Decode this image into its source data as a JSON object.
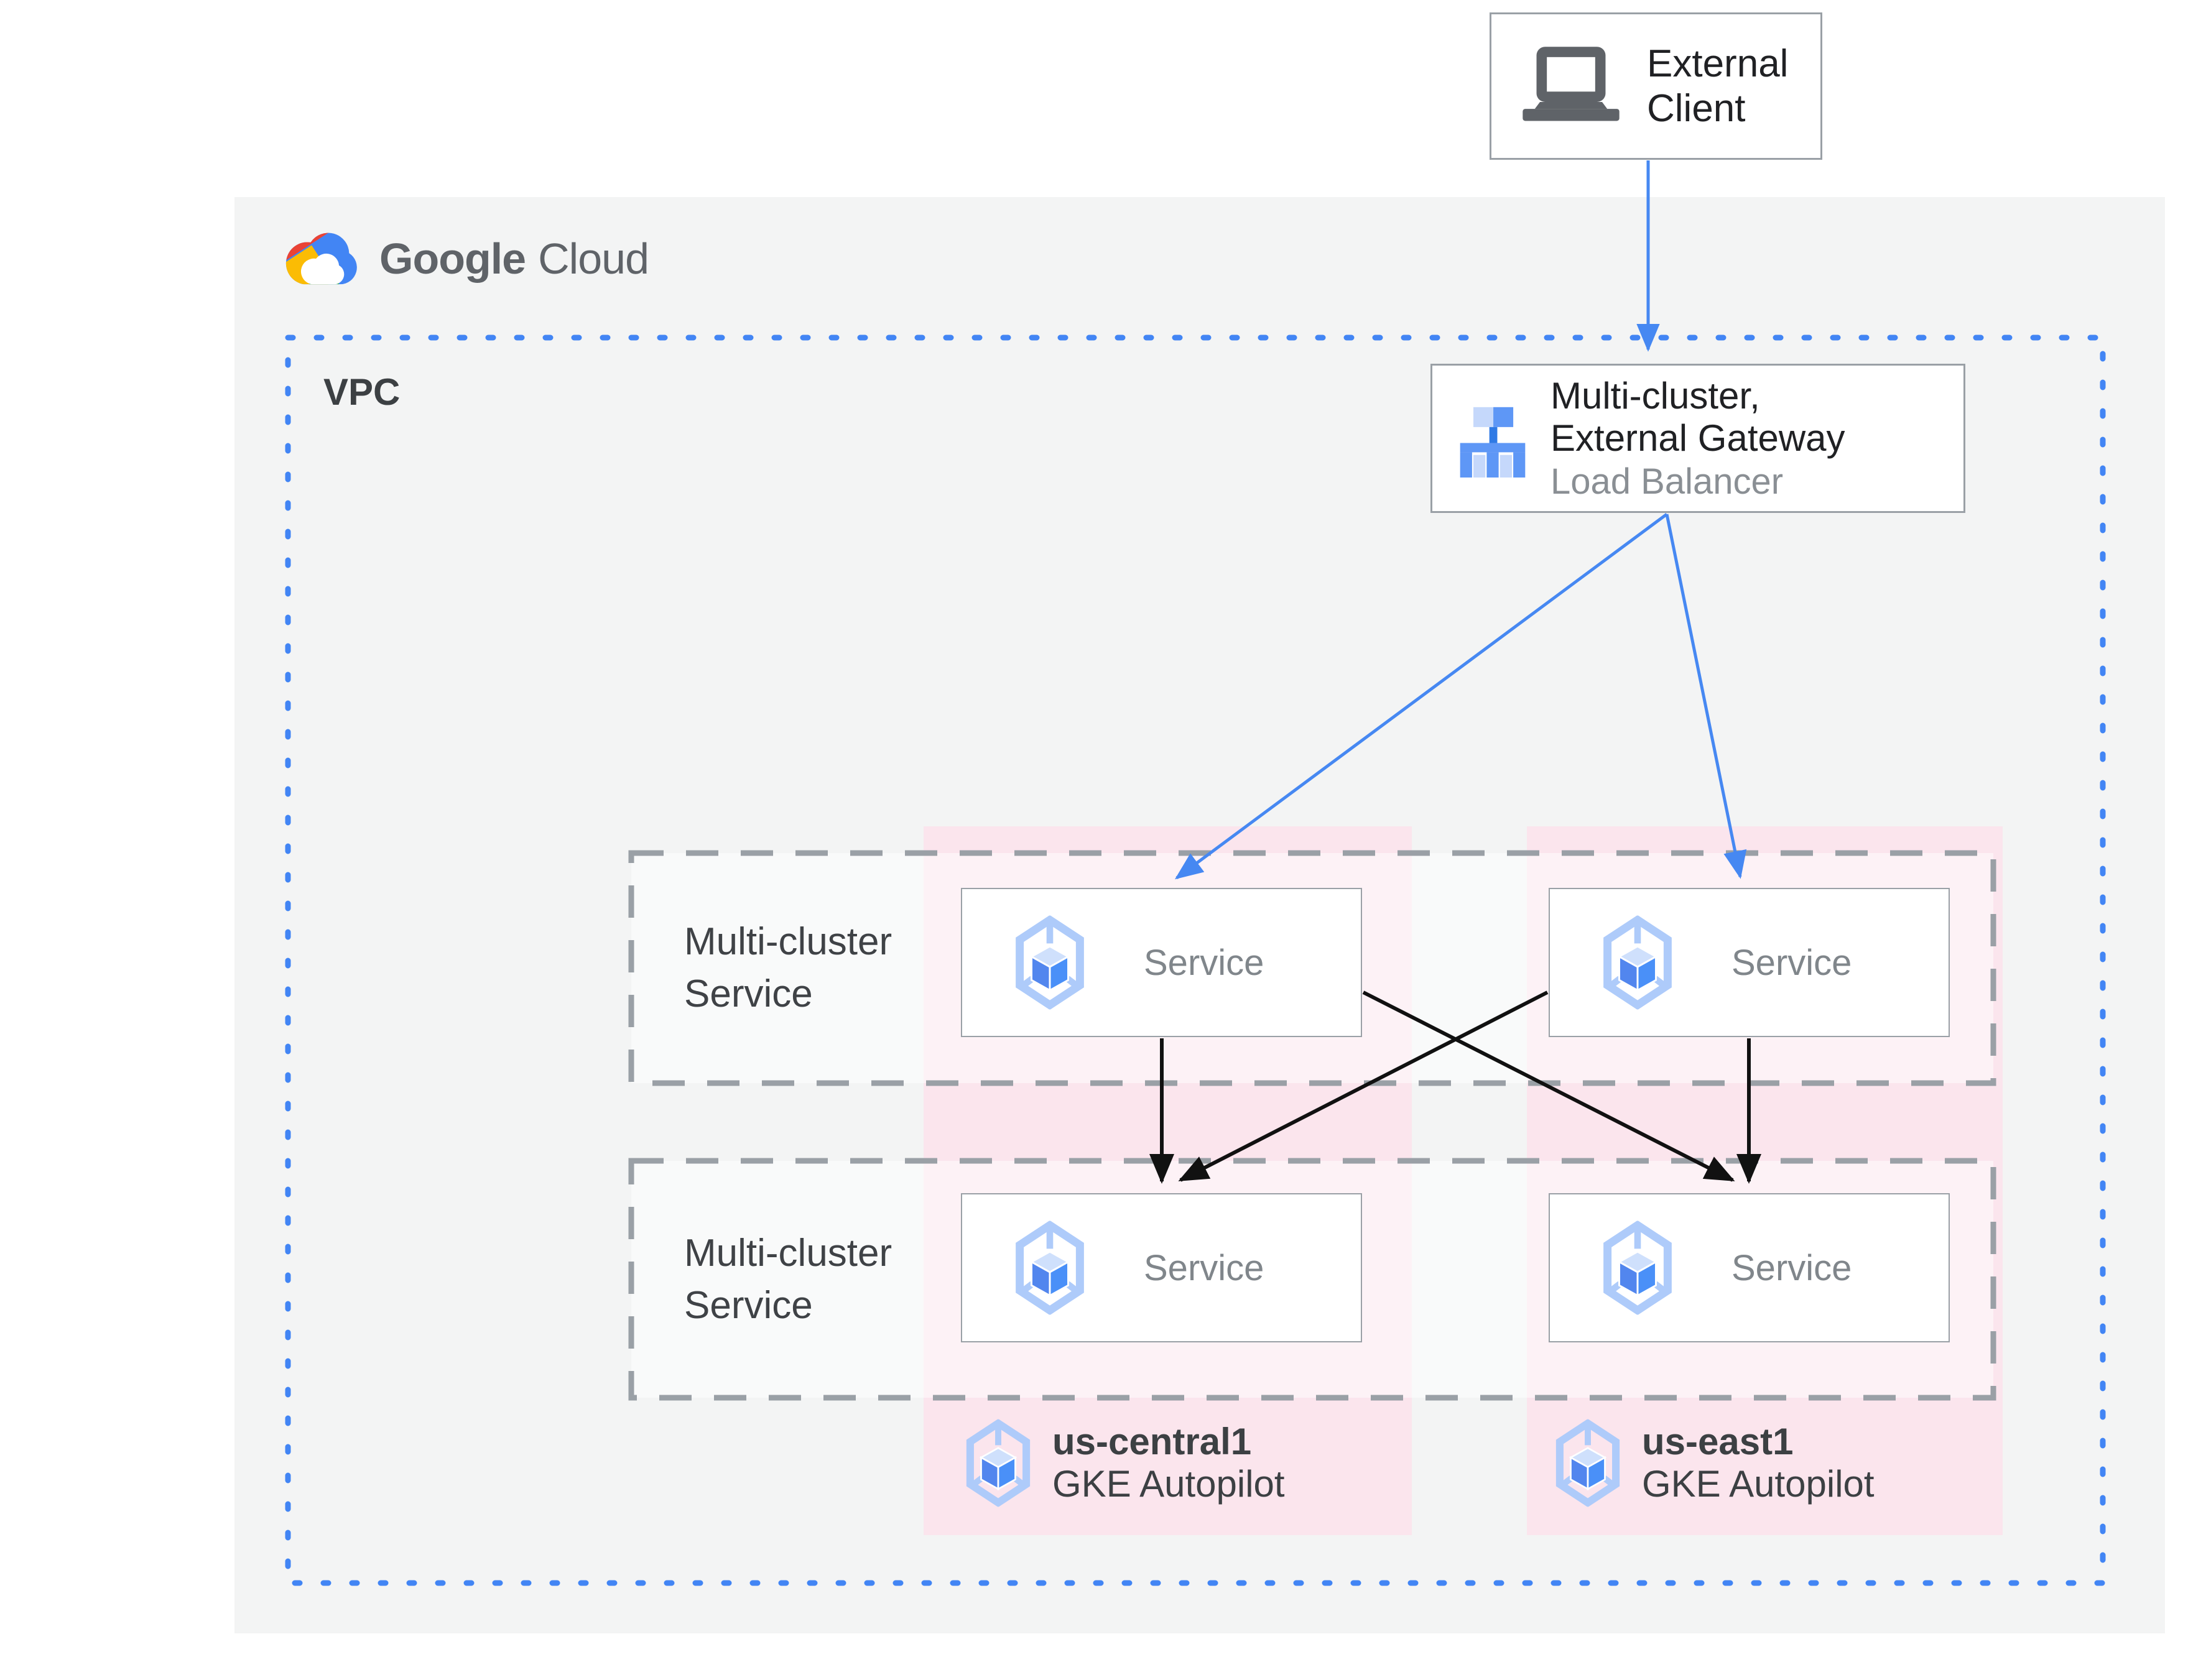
{
  "logo": {
    "part1": "Google",
    "part2": "Cloud"
  },
  "vpc": {
    "label": "VPC"
  },
  "external_client": {
    "line1": "External",
    "line2": "Client"
  },
  "gateway": {
    "line1": "Multi-cluster,",
    "line2": "External Gateway",
    "subtitle": "Load Balancer"
  },
  "mcs_rows": [
    {
      "line1": "Multi-cluster",
      "line2": "Service"
    },
    {
      "line1": "Multi-cluster",
      "line2": "Service"
    }
  ],
  "services": [
    {
      "label": "Service"
    },
    {
      "label": "Service"
    },
    {
      "label": "Service"
    },
    {
      "label": "Service"
    }
  ],
  "clusters": [
    {
      "region": "us-central1",
      "platform": "GKE Autopilot"
    },
    {
      "region": "us-east1",
      "platform": "GKE Autopilot"
    }
  ],
  "icons": {
    "external_client": "laptop-icon",
    "gateway": "load-balancer-icon",
    "service": "gke-hexagon-icon",
    "cluster": "gke-hexagon-icon",
    "logo": "google-cloud-logo"
  },
  "colors": {
    "accent_blue": "#4285f4",
    "container_gray": "#f3f4f4",
    "cluster_pink": "#fbe5ed",
    "dashed_gray": "#9aa0a6",
    "arrow_black": "#111111",
    "text_dark": "#202124",
    "text_gray": "#80868b"
  }
}
